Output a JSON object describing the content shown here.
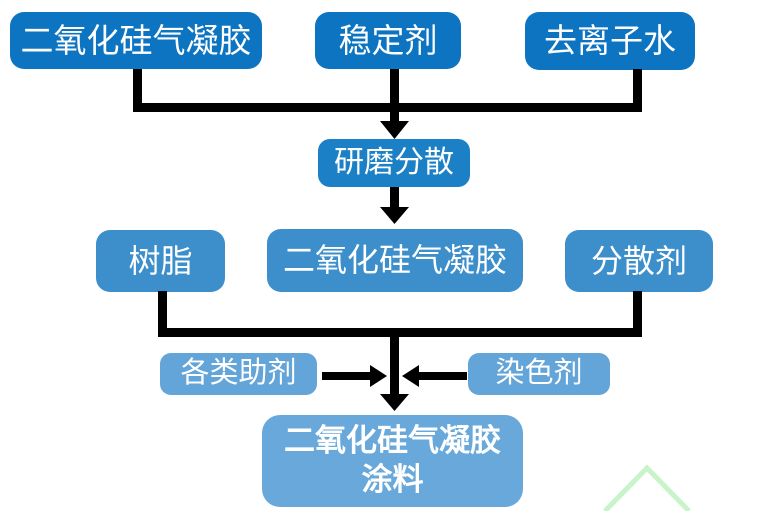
{
  "diagram": {
    "description": "Process flowchart for producing silica aerogel coating",
    "nodes": {
      "silica_aerogel_top": {
        "label": "二氧化硅气凝胶"
      },
      "stabilizer": {
        "label": "稳定剂"
      },
      "deionized_water": {
        "label": "去离子水"
      },
      "grinding_dispersion": {
        "label": "研磨分散"
      },
      "resin": {
        "label": "树脂"
      },
      "silica_aerogel_mid": {
        "label": "二氧化硅气凝胶"
      },
      "dispersant": {
        "label": "分散剂"
      },
      "additives": {
        "label": "各类助剂"
      },
      "colorant": {
        "label": "染色剂"
      },
      "final_product": {
        "label_line1": "二氧化硅气凝胶",
        "label_line2": "涂料"
      }
    },
    "edges": [
      {
        "from": "silica_aerogel_top",
        "to": "grinding_dispersion"
      },
      {
        "from": "stabilizer",
        "to": "grinding_dispersion"
      },
      {
        "from": "deionized_water",
        "to": "grinding_dispersion"
      },
      {
        "from": "grinding_dispersion",
        "to": "silica_aerogel_mid"
      },
      {
        "from": "resin",
        "to": "final_product"
      },
      {
        "from": "dispersant",
        "to": "final_product"
      },
      {
        "from": "additives",
        "to": "final_product"
      },
      {
        "from": "colorant",
        "to": "final_product"
      }
    ],
    "colors": {
      "row1_blue": "#0d74c1",
      "process_blue": "#1b80c5",
      "row2_blue": "#3d8fcb",
      "feed_blue": "#63a5d8",
      "final_blue": "#68a8da",
      "connector": "#000000",
      "text": "#ffffff",
      "chevron_green": "#c9f3c9"
    }
  }
}
